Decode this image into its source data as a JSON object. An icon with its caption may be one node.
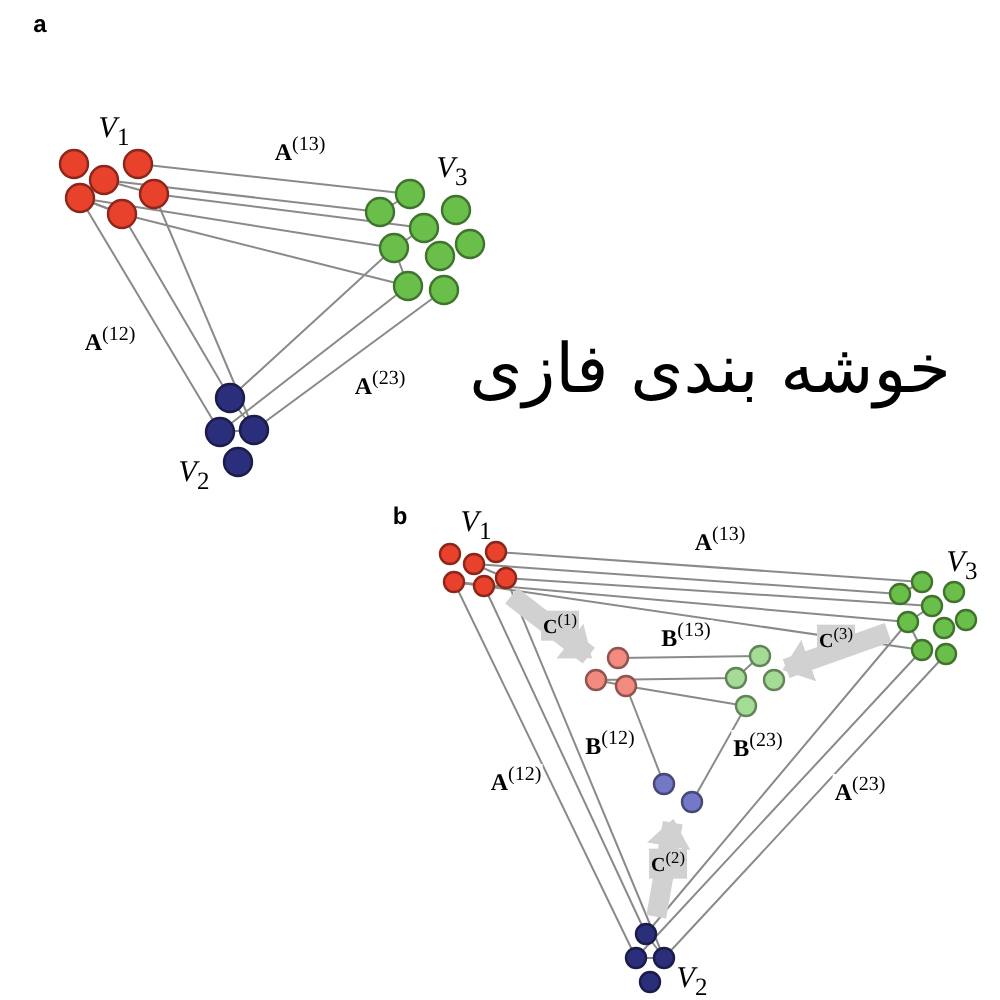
{
  "diagram": {
    "title": "خوشه بندی فازی",
    "nodes": [
      {
        "text": [],
        "shape": "circle",
        "beside": [
          "*V*$_{1}$"
        ]
      },
      {
        "text": [],
        "shape": "circle",
        "beside": [
          "*V*$_{3}$"
        ]
      },
      {
        "text": [],
        "shape": "circle",
        "beside": [
          "*V*$_{2}$"
        ]
      },
      {
        "text": [],
        "shape": "circle",
        "beside": [
          "*V*$_{1}$"
        ]
      },
      {
        "text": [],
        "shape": "circle",
        "beside": [
          "*V*$_{3}$"
        ]
      },
      {
        "text": [],
        "shape": "circle"
      },
      {
        "text": [],
        "shape": "circle"
      },
      {
        "text": [],
        "shape": "circle"
      },
      {
        "text": [],
        "shape": "circle",
        "beside": [
          "*V*$_{2}$"
        ]
      }
    ],
    "edges": [
      {
        "from": 0,
        "to": 1,
        "arrow": "none",
        "label": "**A**$^{(13)}$"
      },
      {
        "from": 0,
        "to": 2,
        "arrow": "none",
        "label": "**A**$^{(12)}$"
      },
      {
        "from": 2,
        "to": 1,
        "arrow": "none",
        "label": "**A**$^{(23)}$"
      },
      {
        "from": 3,
        "to": 4,
        "arrow": "none",
        "label": "**A**$^{(13)}$"
      },
      {
        "from": 3,
        "to": 8,
        "arrow": "none",
        "label": "**A**$^{(12)}$"
      },
      {
        "from": 8,
        "to": 4,
        "arrow": "none",
        "label": "**A**$^{(23)}$"
      },
      {
        "from": 5,
        "to": 6,
        "arrow": "none",
        "label": "**B**$^{(13)}$"
      },
      {
        "from": 5,
        "to": 7,
        "arrow": "none",
        "label": "**B**$^{(12)}$"
      },
      {
        "from": 7,
        "to": 6,
        "arrow": "none",
        "label": "**B**$^{(23)}$"
      },
      {
        "from": 3,
        "to": 5,
        "arrow": "to",
        "style": "thick",
        "color": "#d1d1d1",
        "label": "**C**$^{(1)}$"
      },
      {
        "from": 4,
        "to": 6,
        "arrow": "to",
        "style": "thick",
        "color": "#d1d1d1",
        "label": "**C**$^{(3)}$"
      },
      {
        "from": 8,
        "to": 7,
        "arrow": "to",
        "style": "thick",
        "color": "#d1d1d1",
        "label": "**C**$^{(2)}$"
      }
    ],
    "labels": [
      "a",
      "b"
    ]
  }
}
